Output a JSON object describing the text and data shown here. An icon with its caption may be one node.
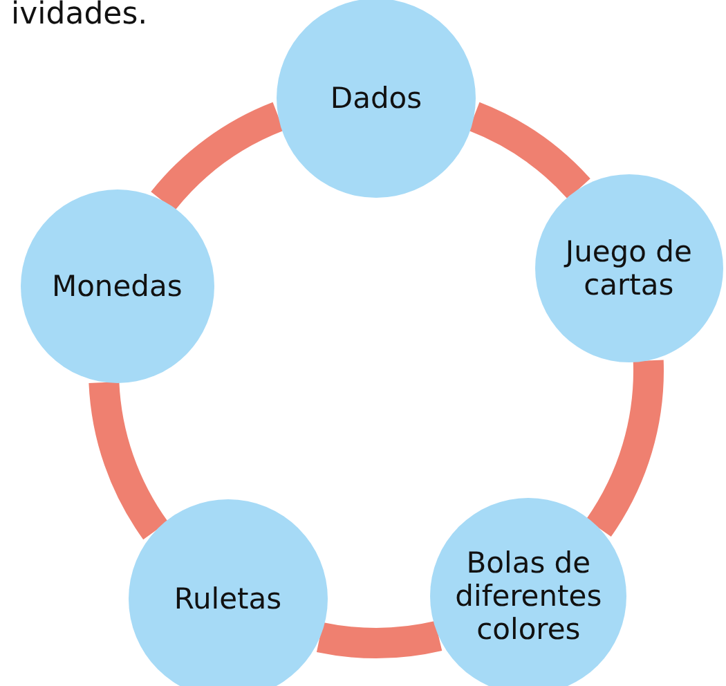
{
  "diagram": {
    "nodes": [
      {
        "text": [
          "Dados"
        ]
      },
      {
        "text": [
          "Juego de cartas"
        ]
      },
      {
        "text": [
          "Bolas de diferentes colores"
        ]
      },
      {
        "text": [
          "Ruletas"
        ]
      },
      {
        "text": [
          "Monedas"
        ]
      }
    ],
    "edges": [
      {
        "from": 0,
        "to": 1,
        "arrow": "none"
      },
      {
        "from": 1,
        "to": 2,
        "arrow": "none"
      },
      {
        "from": 2,
        "to": 3,
        "arrow": "none"
      },
      {
        "from": 3,
        "to": 4,
        "arrow": "none"
      },
      {
        "from": 4,
        "to": 0,
        "arrow": "none"
      }
    ],
    "labels": [
      "ividades."
    ]
  }
}
